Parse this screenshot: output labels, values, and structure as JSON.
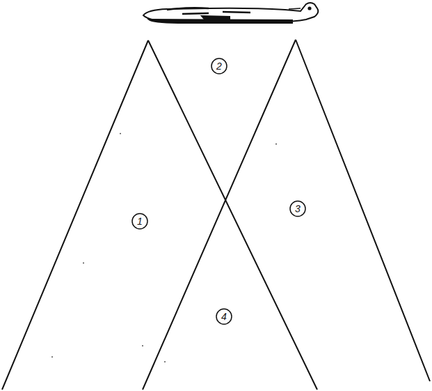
{
  "diagram": {
    "labels": [
      "2",
      "1",
      "3",
      "4"
    ]
  }
}
